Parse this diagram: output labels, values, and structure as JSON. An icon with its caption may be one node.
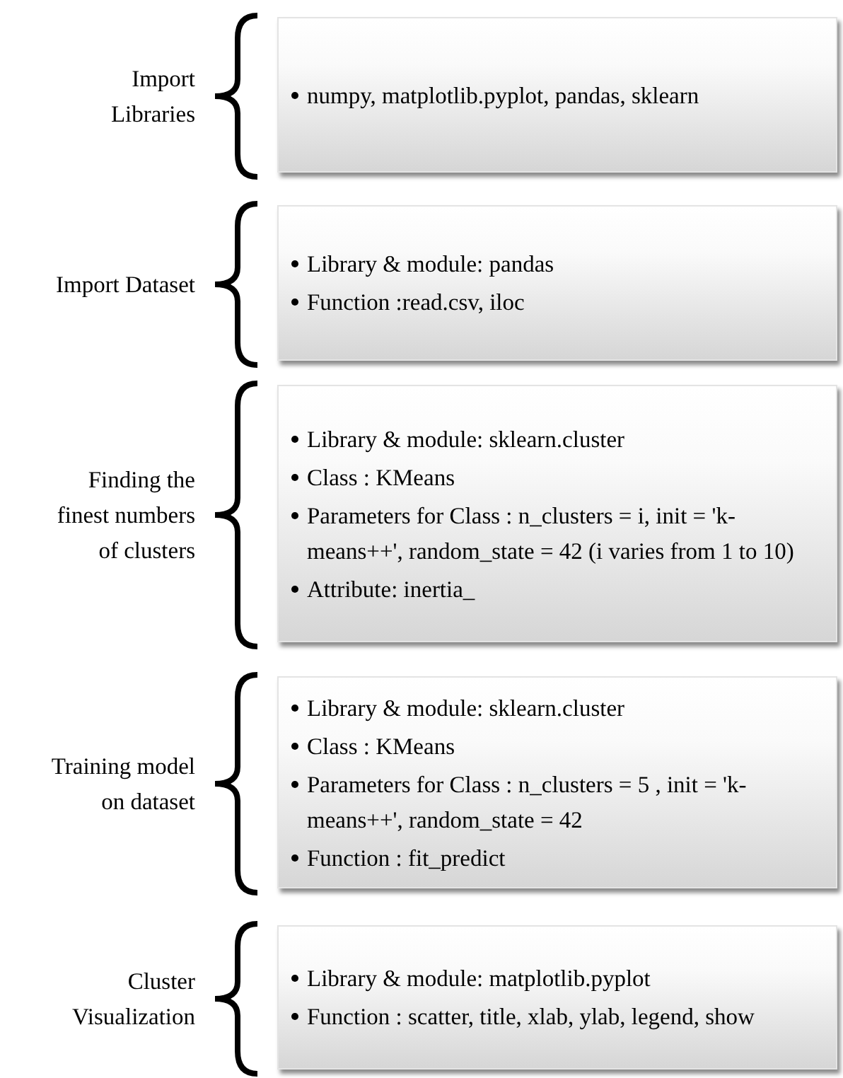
{
  "diagram": {
    "nodes": [
      {
        "text": [
          "Import Libraries",
          "numpy, matplotlib.pyplot, pandas, sklearn"
        ]
      },
      {
        "text": [
          "Import Dataset",
          "Library & module: pandas",
          "Function :read.csv, iloc"
        ]
      },
      {
        "text": [
          "Finding the finest numbers of clusters",
          "Library & module: sklearn.cluster",
          "Class : KMeans",
          "Parameters for Class : n_clusters = i, init = 'k-means++', random_state = 42 (i varies from 1 to 10)",
          "Attribute: inertia_"
        ]
      },
      {
        "text": [
          "Training model on dataset",
          "Library & module: sklearn.cluster",
          "Class : KMeans",
          "Parameters for Class : n_clusters = 5 , init = 'k-means++', random_state = 42",
          "Function : fit_predict"
        ]
      },
      {
        "text": [
          "Cluster Visualization",
          "Library & module: matplotlib.pyplot",
          "Function : scatter, title, xlab, ylab, legend, show"
        ]
      }
    ]
  }
}
